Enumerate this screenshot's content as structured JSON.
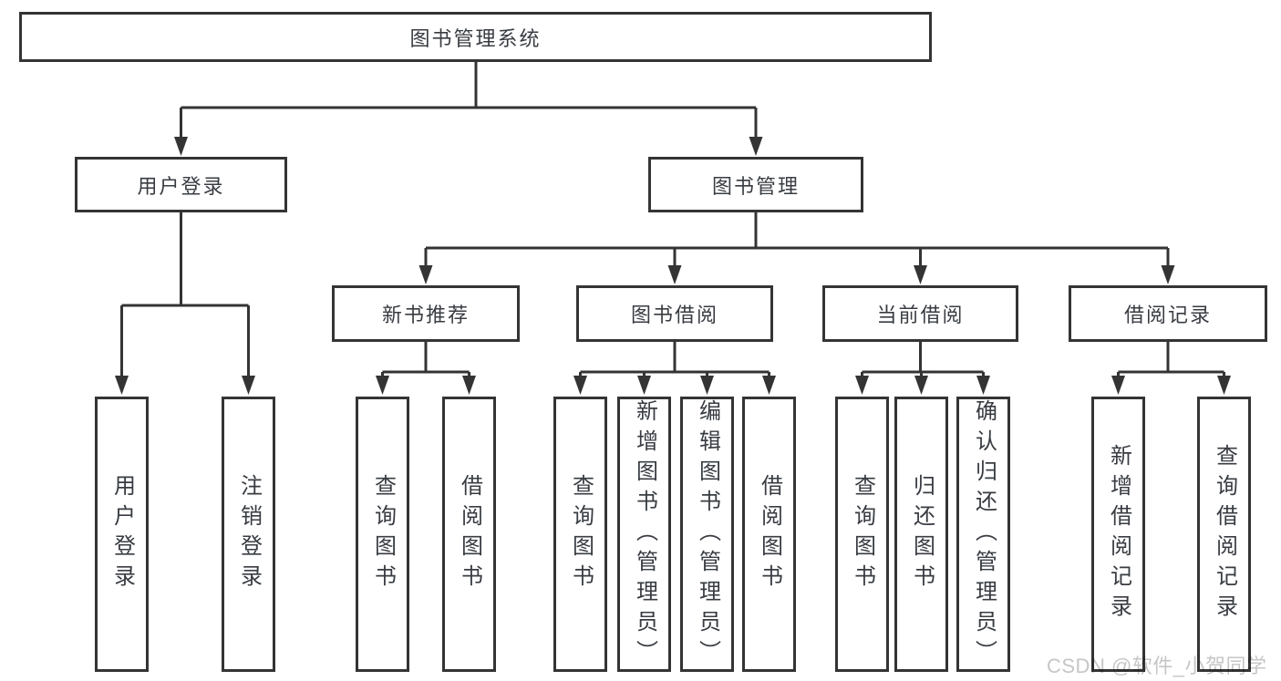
{
  "diagram": {
    "title": "图书管理系统",
    "level2": {
      "user_login": "用户登录",
      "book_mgmt": "图书管理"
    },
    "level3": {
      "new_book": "新书推荐",
      "borrow": "图书借阅",
      "current": "当前借阅",
      "record": "借阅记录"
    },
    "leaves": {
      "user_login": [
        "用户登录",
        "注销登录"
      ],
      "new_book": [
        "查询图书",
        "借阅图书"
      ],
      "borrow": [
        "查询图书",
        "新增图书（管理员）",
        "编辑图书（管理员）",
        "借阅图书"
      ],
      "current": [
        "查询图书",
        "归还图书",
        "确认归还（管理员）"
      ],
      "record": [
        "新增借阅记录",
        "查询借阅记录"
      ]
    },
    "colors": {
      "line": "#343434",
      "text": "#383c42",
      "watermark": "#c6c6c6",
      "background": "#ffffff"
    },
    "watermark": "CSDN @软件_小贺同学"
  }
}
